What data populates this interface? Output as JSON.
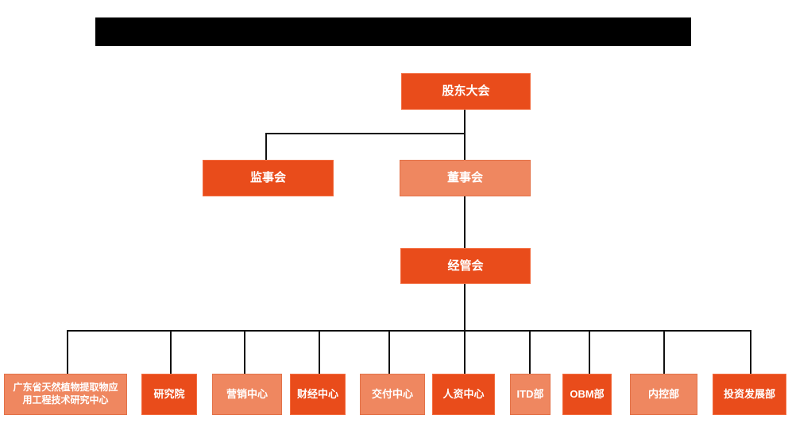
{
  "palette": {
    "dark_orange": "#E94C1B",
    "salmon": "#EF8760",
    "line_color": "#111111",
    "redaction_color": "#000000"
  },
  "org_chart": {
    "nodes": {
      "shareholders": {
        "label": "股东大会"
      },
      "supervisors": {
        "label": "监事会"
      },
      "directors": {
        "label": "董事会"
      },
      "management": {
        "label": "经管会"
      }
    },
    "departments": [
      {
        "label_line1": "广东省天然植物提取物应",
        "label_line2": "用工程技术研究中心"
      },
      {
        "label": "研究院"
      },
      {
        "label": "营销中心"
      },
      {
        "label": "财经中心"
      },
      {
        "label": "交付中心"
      },
      {
        "label": "人资中心"
      },
      {
        "label": "ITD部"
      },
      {
        "label": "OBM部"
      },
      {
        "label": "内控部"
      },
      {
        "label": "投资发展部"
      }
    ]
  }
}
